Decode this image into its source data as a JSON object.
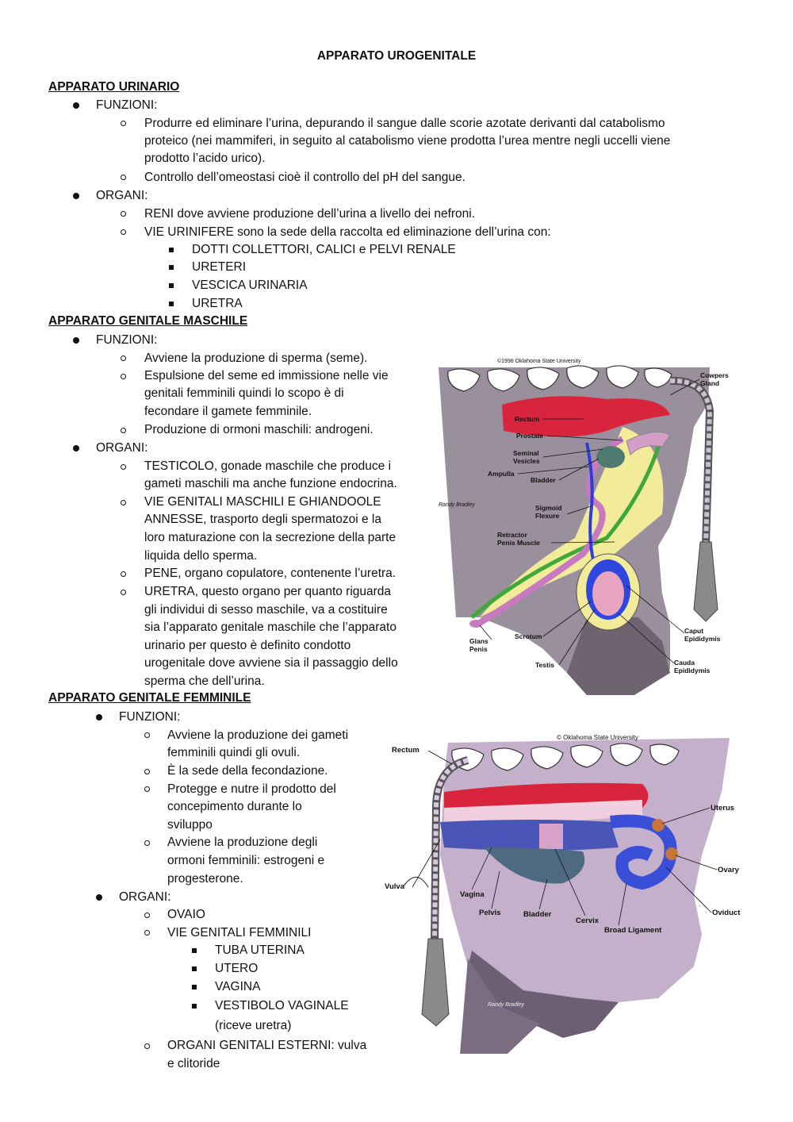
{
  "title": "APPARATO UROGENITALE",
  "urinario": {
    "heading": "APPARATO URINARIO",
    "funzioni_label": "FUNZIONI:",
    "funzioni": [
      [
        "Produrre ed eliminare l’urina, depurando il sangue dalle scorie azotate derivanti dal catabolismo",
        "proteico (nei mammiferi, in seguito al catabolismo viene prodotta l’urea mentre negli uccelli viene",
        "prodotto l’acido urico)."
      ],
      [
        "Controllo dell’omeostasi cioè il controllo del pH del sangue."
      ]
    ],
    "organi_label": "ORGANI:",
    "organi": [
      "RENI dove avviene produzione dell’urina a livello dei nefroni.",
      "VIE URINIFERE sono la sede della raccolta ed eliminazione dell’urina con:"
    ],
    "vie": [
      "DOTTI COLLETTORI, CALICI e PELVI RENALE",
      "URETERI",
      "VESCICA URINARIA",
      "URETRA"
    ]
  },
  "maschile": {
    "heading": "APPARATO GENITALE MASCHILE",
    "funzioni_label": "FUNZIONI:",
    "funzioni": [
      [
        "Avviene la produzione di sperma (seme)."
      ],
      [
        "Espulsione del seme ed immissione nelle vie",
        "genitali femminili quindi lo scopo è di",
        "fecondare il gamete femminile."
      ],
      [
        "Produzione di ormoni maschili: androgeni."
      ]
    ],
    "organi_label": "ORGANI:",
    "organi": [
      [
        "TESTICOLO, gonade maschile che produce i",
        "gameti maschili ma anche funzione endocrina."
      ],
      [
        "VIE GENITALI MASCHILI E GHIANDOOLE",
        "ANNESSE, trasporto degli spermatozoi e la",
        "loro maturazione con la secrezione della parte",
        "liquida dello sperma."
      ],
      [
        "PENE, organo copulatore, contenente l’uretra."
      ],
      [
        "URETRA, questo organo per quanto riguarda",
        "gli individui di sesso maschile, va a costituire",
        "sia l’apparato genitale maschile che l’apparato",
        "urinario per questo è definito condotto",
        "urogenitale dove avviene sia il passaggio dello",
        "sperma che dell’urina."
      ]
    ]
  },
  "femminile": {
    "heading": "APPARATO GENITALE FEMMINILE",
    "funzioni_label": "FUNZIONI:",
    "funzioni": [
      [
        "Avviene la produzione dei gameti",
        "femminili quindi gli ovuli."
      ],
      [
        "È la sede della fecondazione."
      ],
      [
        "Protegge e nutre il prodotto del",
        "concepimento durante lo",
        "sviluppo"
      ],
      [
        "Avviene la produzione degli",
        "ormoni femminili: estrogeni e",
        "progesterone."
      ]
    ],
    "organi_label": "ORGANI:",
    "ovaio": "OVAIO",
    "vie_label": "VIE GENITALI FEMMINILI",
    "vie": [
      "TUBA UTERINA",
      "UTERO",
      "VAGINA",
      "VESTIBOLO VAGINALE"
    ],
    "vie_note": "(riceve uretra)",
    "esterni": [
      "ORGANI GENITALI ESTERNI: vulva",
      "e clitoride"
    ]
  },
  "male_figure": {
    "copyright": "©1998 Oklahoma State University",
    "signature": "Randy Bradley",
    "labels": {
      "cowpers": [
        "Cowpers",
        "Gland"
      ],
      "rectum": "Rectum",
      "prostate": "Prostate",
      "seminal": [
        "Seminal",
        "Vesicles"
      ],
      "ampulla": "Ampulla",
      "bladder": "Bladder",
      "sigmoid": [
        "Sigmoid",
        "Flexure"
      ],
      "retractor": [
        "Retractor",
        "Penis Muscle"
      ],
      "glans": [
        "Glans",
        "Penis"
      ],
      "scrotum": "Scrotum",
      "testis": "Testis",
      "caput": [
        "Caput",
        "Epididymis"
      ],
      "cauda": [
        "Cauda",
        "Epididymis"
      ]
    }
  },
  "female_figure": {
    "copyright": "© Oklahoma State University",
    "signature": "Randy Bradley",
    "labels": {
      "rectum": "Rectum",
      "uterus": "Uterus",
      "ovary": "Ovary",
      "oviduct": "Oviduct",
      "vulva": "Vulva",
      "vagina": "Vagina",
      "pelvis": "Pelvis",
      "bladder": "Bladder",
      "cervix": "Cervix",
      "broad": "Broad Ligament"
    }
  },
  "colors": {
    "bone": "#ffffff",
    "tissue_male": "#9a8a9e",
    "tissue_female": "#c9b3d0",
    "rectum_red": "#d8243c",
    "uterus_blue": "#3a4fd8",
    "fat_yellow": "#f7f0a0",
    "gland_green": "#3fa83a"
  }
}
